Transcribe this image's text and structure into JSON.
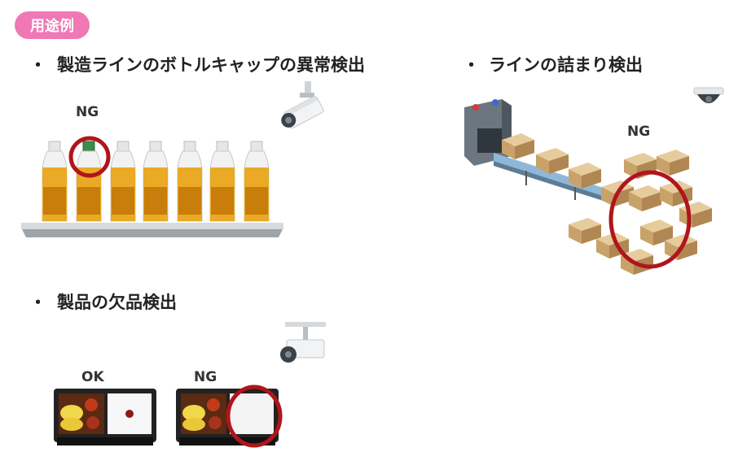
{
  "badge": "用途例",
  "sections": {
    "bottle": {
      "bullet": "・",
      "title": "製造ラインのボトルキャップの異常検出",
      "ng": "NG"
    },
    "jam": {
      "bullet": "・",
      "title": "ラインの詰まり検出",
      "ng": "NG"
    },
    "missing": {
      "bullet": "・",
      "title": "製品の欠品検出",
      "ok": "OK",
      "ng": "NG"
    }
  },
  "icons": [
    "bullet-camera-icon",
    "dome-camera-icon",
    "ceiling-camera-icon"
  ],
  "colors": {
    "badge": "#f078b4",
    "ng_circle": "#b0151b",
    "bottle_tea": "#e9a20f",
    "box": "#c9a26a"
  }
}
